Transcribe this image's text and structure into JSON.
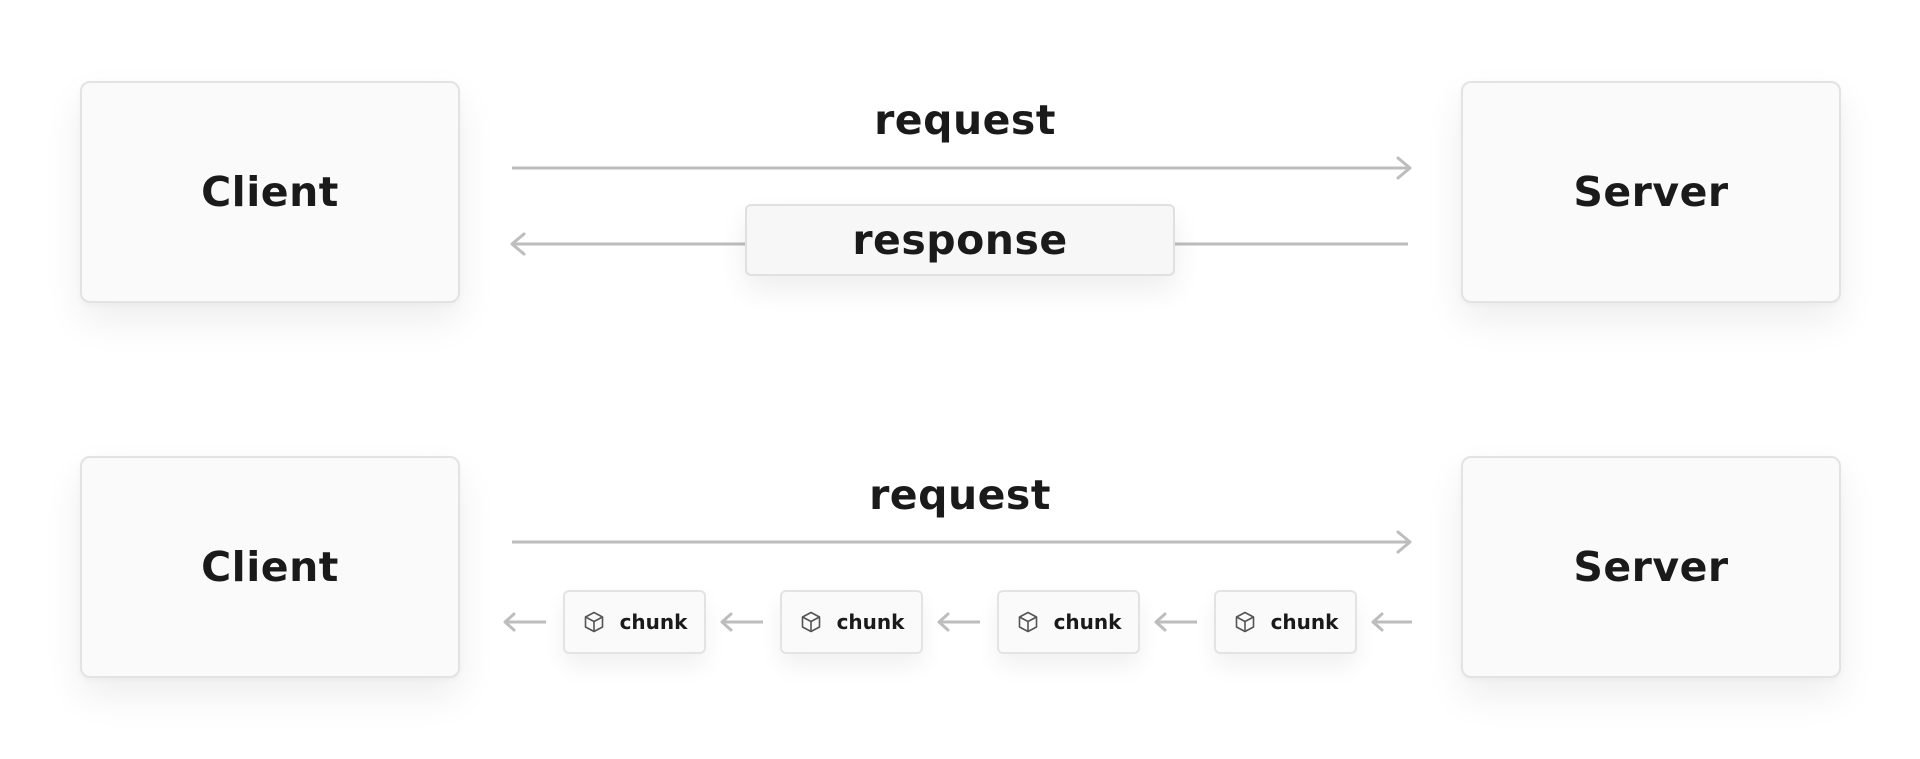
{
  "diagrams": [
    {
      "client_label": "Client",
      "server_label": "Server",
      "request_label": "request",
      "response_label": "response"
    },
    {
      "client_label": "Client",
      "server_label": "Server",
      "request_label": "request",
      "chunks": [
        {
          "label": "chunk",
          "icon": "cube-icon"
        },
        {
          "label": "chunk",
          "icon": "cube-icon"
        },
        {
          "label": "chunk",
          "icon": "cube-icon"
        },
        {
          "label": "chunk",
          "icon": "cube-icon"
        }
      ]
    }
  ],
  "colors": {
    "arrow": "#bdbdbd",
    "text": "#1a1a1a",
    "box_fill": "#fafafa",
    "box_border": "#e3e3e3"
  }
}
